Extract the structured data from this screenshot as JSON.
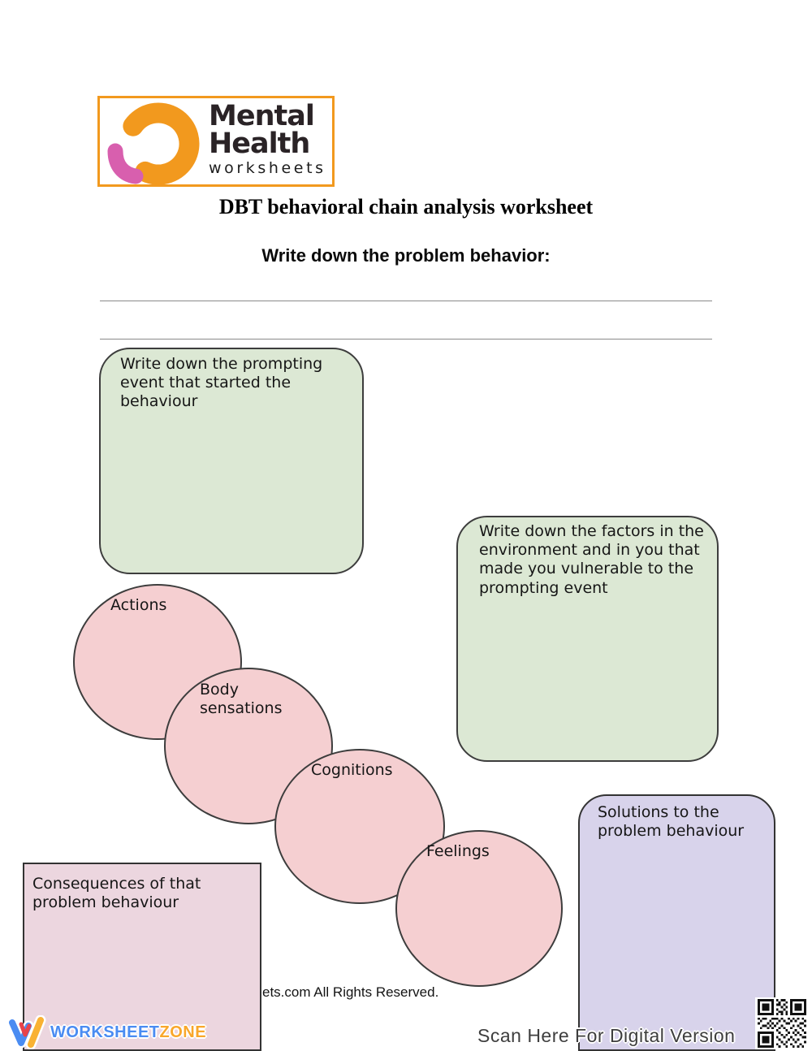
{
  "brand": {
    "line1": "Mental",
    "line2": "Health",
    "line3": "worksheets",
    "border_color": "#F2991E",
    "arc_color": "#F2991E",
    "accent_color": "#D85FAE"
  },
  "header": {
    "title": "DBT behavioral chain analysis worksheet",
    "subtitle": "Write down the problem behavior:"
  },
  "boxes": {
    "prompting_event": {
      "label": "Write down the prompting event that started the behaviour",
      "fill": "#DCE8D4"
    },
    "vulnerability": {
      "label": "Write down the factors in the environment and in you that made you vulnerable to the prompting event",
      "fill": "#DCE8D4"
    },
    "consequences": {
      "label": "Consequences of that problem behaviour",
      "fill": "#ECD6DF"
    },
    "solutions": {
      "label": "Solutions to the problem behaviour",
      "fill": "#D8D3EB"
    }
  },
  "chain": [
    {
      "label": "Actions"
    },
    {
      "label": "Body sensations"
    },
    {
      "label": "Cognitions"
    },
    {
      "label": "Feelings"
    }
  ],
  "circle_fill": "#F5CFD1",
  "footer": {
    "copyright_visible": "ets.com All Rights Reserved.",
    "worksheet_zone": {
      "word1": "WORKSHEET",
      "word2": "ZONE",
      "word1_color": "#4A8CF2",
      "word2_color": "#F9A72B"
    },
    "scan_text": "Scan Here For Digital Version"
  }
}
